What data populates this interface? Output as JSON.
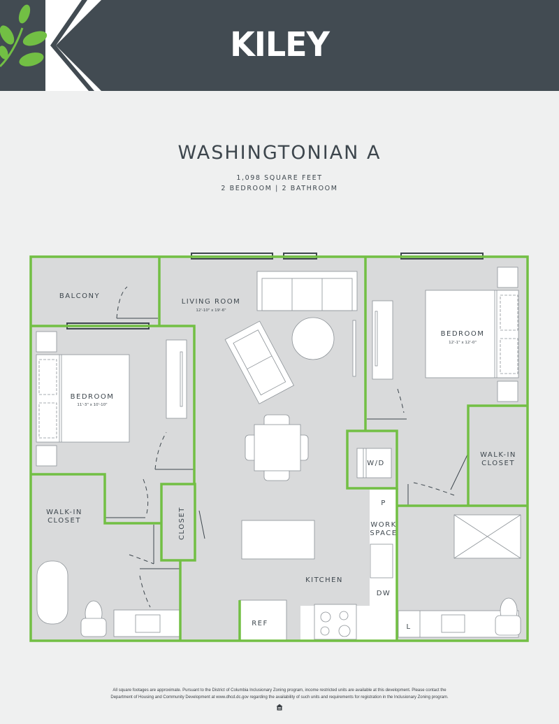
{
  "header": {
    "brand": "KILEY",
    "background_color": "#424b52",
    "logo_icon": "leaf-branch-k-logo",
    "leaf_color": "#72bf44"
  },
  "plan_info": {
    "title": "WASHINGTONIAN A",
    "square_feet": "1,098 SQUARE FEET",
    "bed_bath": "2 BEDROOM | 2 BATHROOM"
  },
  "floorplan": {
    "wall_color": "#72bf44",
    "floor_color": "#d9dadb",
    "rooms": {
      "balcony": {
        "label": "BALCONY"
      },
      "living_room": {
        "label": "LIVING ROOM",
        "dimensions": "12'-10\" x 19'-6\""
      },
      "bedroom_left": {
        "label": "BEDROOM",
        "dimensions": "11'-3\" x 10'-10\""
      },
      "bedroom_right": {
        "label": "BEDROOM",
        "dimensions": "12'-1\" x 12'-0\""
      },
      "walk_in_closet_left": {
        "line1": "WALK-IN",
        "line2": "CLOSET"
      },
      "walk_in_closet_right": {
        "line1": "WALK-IN",
        "line2": "CLOSET"
      },
      "closet": {
        "label": "CLOSET"
      },
      "washer_dryer": {
        "label": "W/D"
      },
      "pantry": {
        "label": "P"
      },
      "work_space": {
        "line1": "WORK",
        "line2": "SPACE"
      },
      "dishwasher": {
        "label": "DW"
      },
      "kitchen": {
        "label": "KITCHEN"
      },
      "refrigerator": {
        "label": "REF"
      },
      "linen": {
        "label": "L"
      }
    }
  },
  "footer": {
    "disclaimer_line1": "All square footages are approximate. Pursuant to the District of Columbia Inclusionary Zoning program, income restricted units are available at this development. Please contact the",
    "disclaimer_line2": "Department of Housing and Community Development at www.dhcd.dc.gov regarding the availability of such units and requirements for registration in the Inclusionary Zoning program.",
    "equal_housing_icon": "equal-housing-opportunity-icon"
  }
}
